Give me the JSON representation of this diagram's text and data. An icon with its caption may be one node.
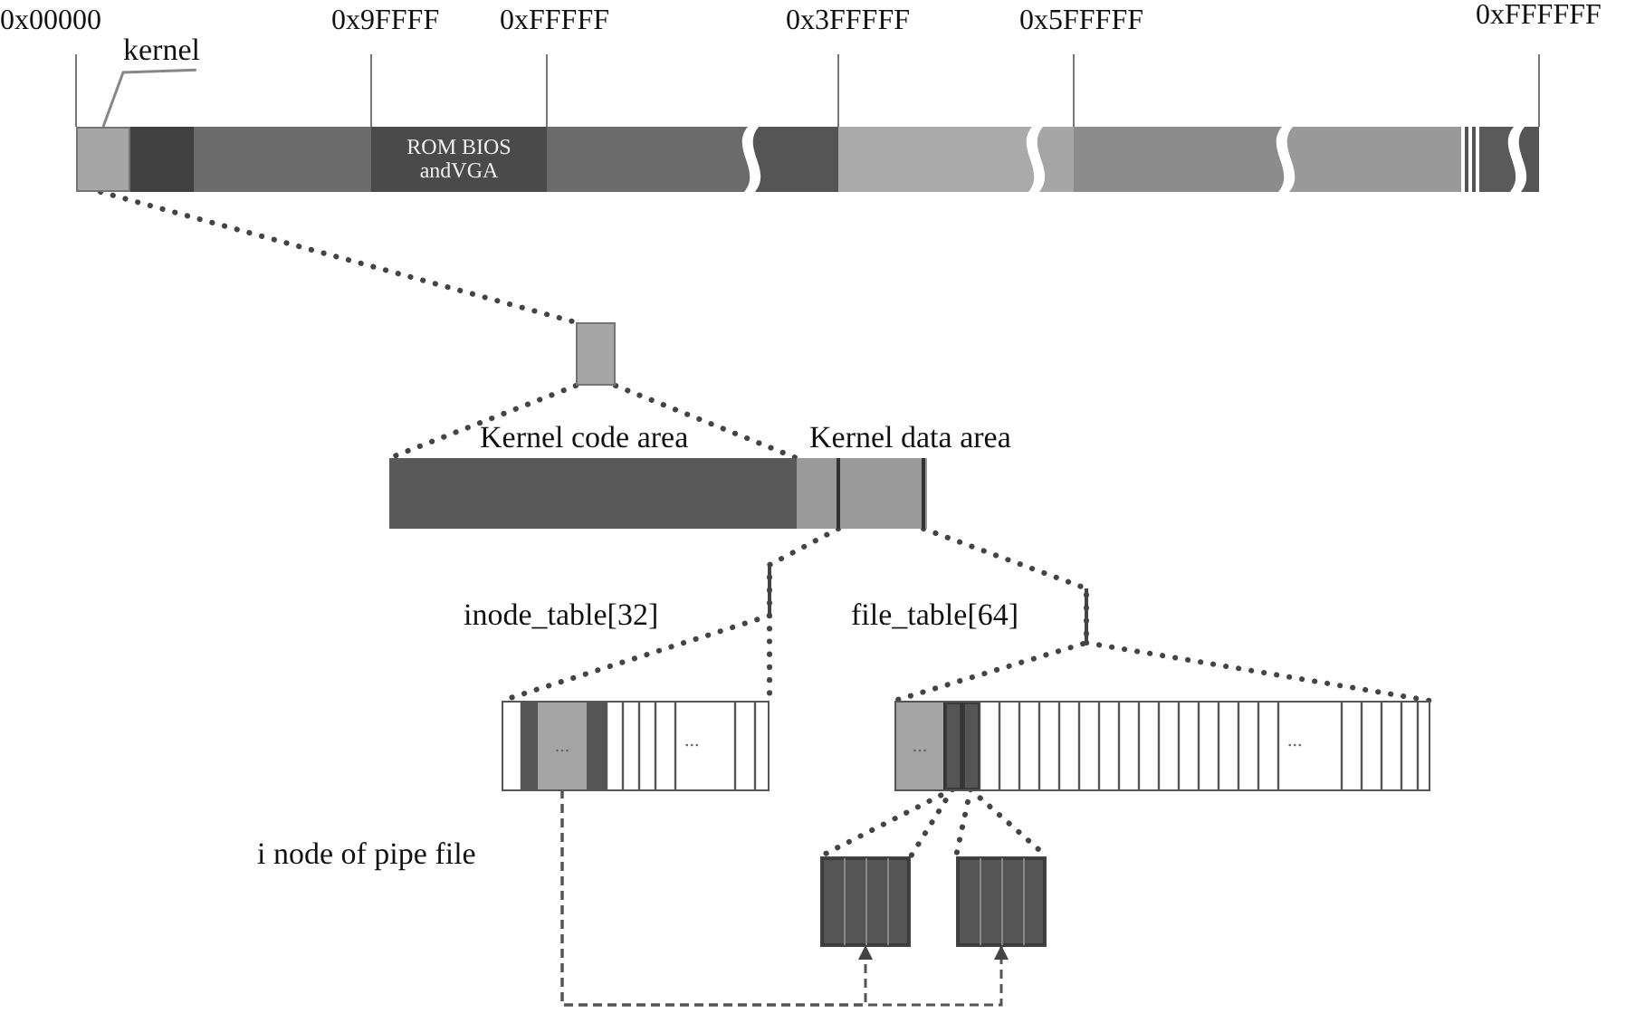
{
  "diagram": {
    "nodes": [
      {
        "text": [
          "kernel"
        ]
      },
      {
        "text": [],
        "shape": "box"
      },
      {
        "text": [
          "ROM BIOS andVGA"
        ]
      },
      {
        "text": [],
        "shape": "box"
      },
      {
        "text": [
          "Kernel code area"
        ]
      },
      {
        "text": [
          "Kernel data area"
        ]
      },
      {
        "text": [
          "inode_table[32]"
        ]
      },
      {
        "text": [
          "file_table[64]"
        ]
      },
      {
        "text": [
          "..."
        ],
        "in": 6,
        "beside": [
          "i node of pipe file"
        ]
      },
      {
        "text": [
          "..."
        ],
        "in": 7
      },
      {
        "text": [],
        "shape": "box",
        "in": 7
      },
      {
        "text": [],
        "shape": "box",
        "in": 7
      },
      {
        "text": [],
        "shape": "box"
      },
      {
        "text": [],
        "shape": "box"
      }
    ],
    "edges": [
      {
        "from": 0,
        "to": 1,
        "arrow": "none",
        "color": "#888888"
      },
      {
        "from": 1,
        "to": 3,
        "arrow": "none",
        "style": "dashed"
      },
      {
        "from": 3,
        "to": 4,
        "arrow": "none",
        "style": "dashed"
      },
      {
        "from": 3,
        "to": 5,
        "arrow": "none",
        "style": "dashed"
      },
      {
        "from": 5,
        "to": 6,
        "arrow": "none",
        "style": "dashed"
      },
      {
        "from": 5,
        "to": 7,
        "arrow": "none",
        "style": "dashed"
      },
      {
        "from": 10,
        "to": 12,
        "arrow": "none",
        "style": "dashed"
      },
      {
        "from": 11,
        "to": 13,
        "arrow": "none",
        "style": "dashed"
      },
      {
        "from": 8,
        "to": 12,
        "arrow": "to",
        "style": "dashed"
      },
      {
        "from": 8,
        "to": 13,
        "arrow": "to",
        "style": "dashed"
      }
    ],
    "labels": [
      "0x00000",
      "0x9FFFF",
      "0xFFFFF",
      "0x3FFFFF",
      "0x5FFFFF",
      "0xFFFFFF",
      "...",
      "..."
    ]
  }
}
